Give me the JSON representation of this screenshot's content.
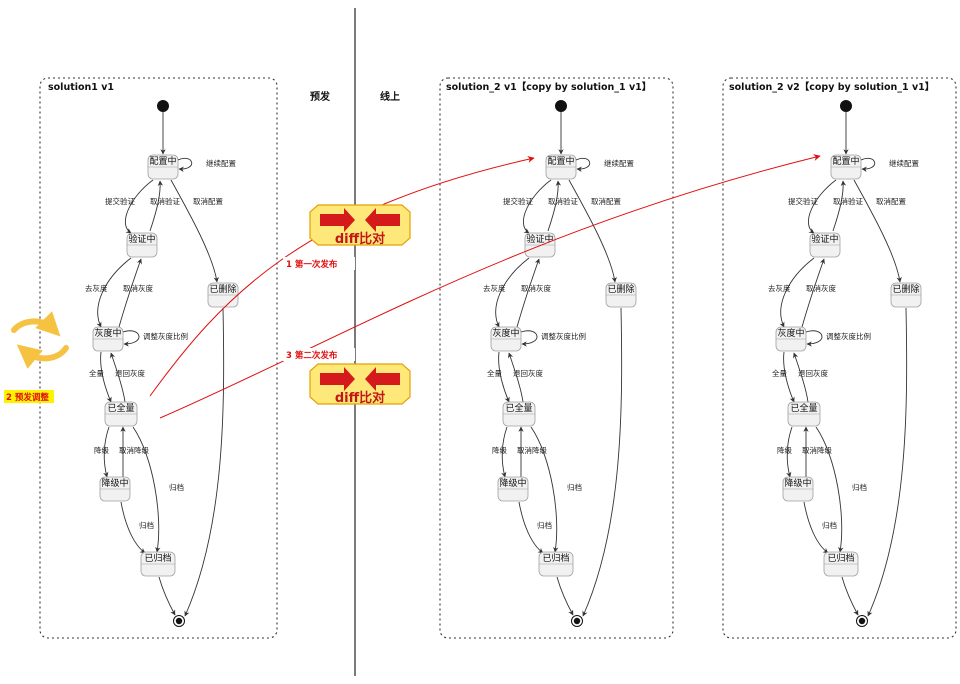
{
  "frames": [
    {
      "title": "solution1 v1"
    },
    {
      "title": "solution_2 v1【copy by solution_1 v1】"
    },
    {
      "title": "solution_2 v2【copy by solution_1 v1】"
    }
  ],
  "environments": {
    "pre_release": "预发",
    "online": "线上"
  },
  "states": {
    "configuring": "配置中",
    "verifying": "验证中",
    "gray": "灰度中",
    "full": "已全量",
    "downgrading": "降级中",
    "archived": "已归档",
    "deleted": "已删除"
  },
  "transitions": {
    "continue_config": "继续配置",
    "submit_verify": "提交验证",
    "cancel_verify": "取消验证",
    "cancel_config": "取消配置",
    "to_gray": "去灰度",
    "cancel_gray": "取消灰度",
    "adjust_gray_ratio": "调整灰度比例",
    "full": "全量",
    "rollback_gray": "退回灰度",
    "downgrade": "降级",
    "cancel_downgrade": "取消降级",
    "archive": "归档"
  },
  "annotations": {
    "release_1": "1 第一次发布",
    "release_3": "3 第二次发布",
    "pre_adjust": "2 预发调整",
    "diff": "diff比对"
  },
  "colors": {
    "release_arrow": "#e01010",
    "state_fill": "#f1f1f1",
    "state_stroke": "#a0a0a0",
    "diff_fill": "#ffe87a",
    "diff_stroke": "#e3a300",
    "diff_arrow": "#d41a1a",
    "cycle_arrow": "#f5c242",
    "adjust_highlight": "#fff200"
  }
}
